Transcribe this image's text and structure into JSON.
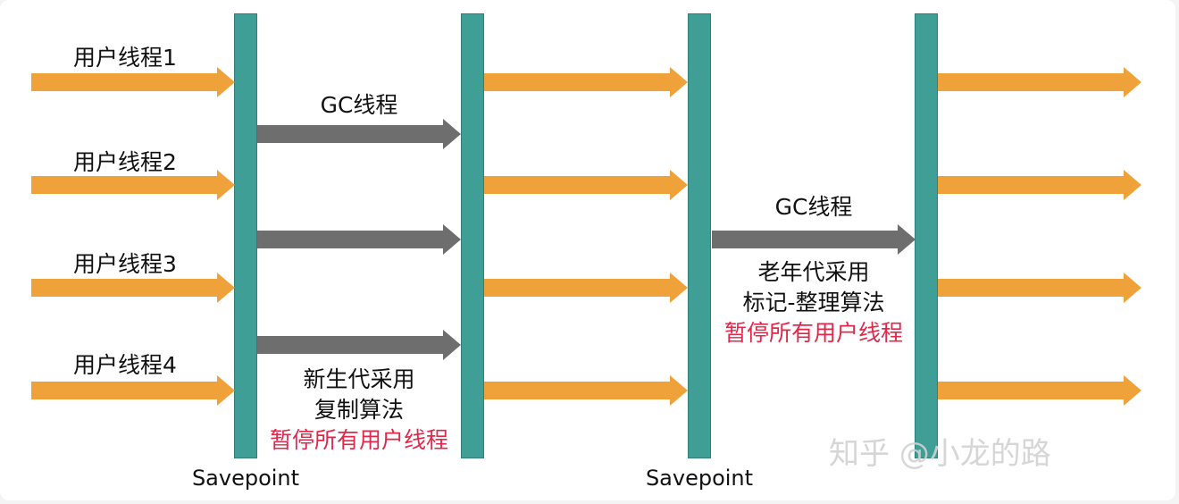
{
  "user_threads": [
    "用户线程1",
    "用户线程2",
    "用户线程3",
    "用户线程4"
  ],
  "young_gc": {
    "gc_label": "GC线程",
    "desc_line1": "新生代采用",
    "desc_line2": "复制算法",
    "pause_text": "暂停所有用户线程"
  },
  "old_gc": {
    "gc_label": "GC线程",
    "desc_line1": "老年代采用",
    "desc_line2": "标记-整理算法",
    "pause_text": "暂停所有用户线程"
  },
  "savepoint_labels": [
    "Savepoint",
    "Savepoint"
  ],
  "watermark": "知乎 @小龙的路",
  "colors": {
    "user_thread_arrow": "#f0a23a",
    "gc_thread_arrow": "#6e6e6e",
    "timeline_bar": "#3f9f96",
    "pause_text": "#e0284b"
  }
}
